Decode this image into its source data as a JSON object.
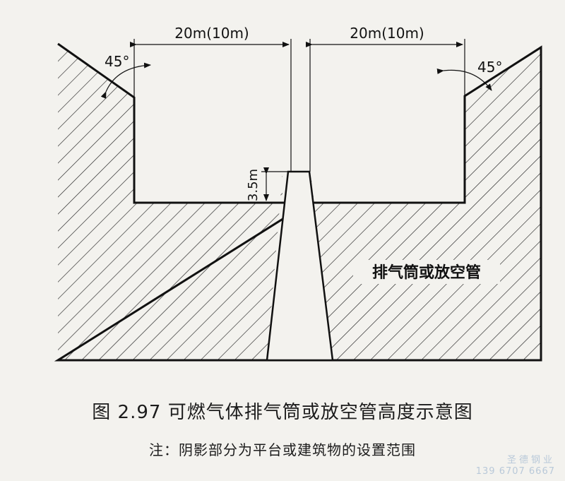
{
  "diagram": {
    "dim_left": "20m(10m)",
    "dim_right": "20m(10m)",
    "angle_left": "45°",
    "angle_right": "45°",
    "height_label": "3.5m",
    "stack_label": "排气筒或放空管"
  },
  "caption": "图 2.97  可燃气体排气筒或放空管高度示意图",
  "note": "注：阴影部分为平台或建筑物的设置范围",
  "watermark": {
    "line1": "圣德钢业",
    "line2": "139 6707 6667"
  }
}
